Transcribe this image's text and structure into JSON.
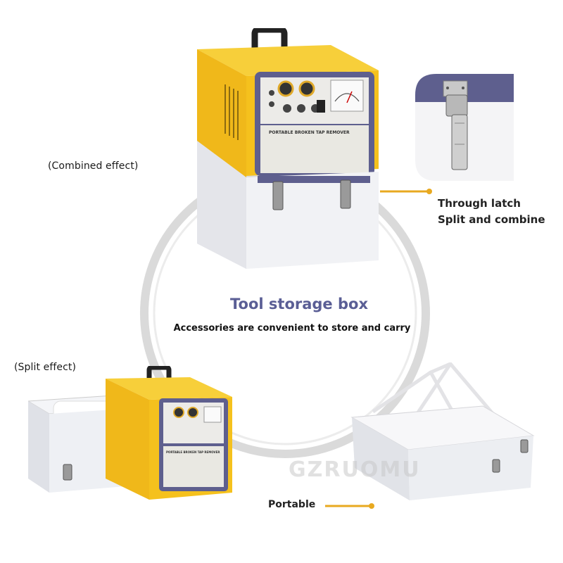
{
  "labels": {
    "combined": "(Combined effect)",
    "split": "(Split effect)",
    "title": "Tool storage box",
    "subtitle": "Accessories are convenient to store and carry",
    "latch_line1": "Through latch",
    "latch_line2": "Split and combine",
    "portable": "Portable",
    "panel_text": "PORTABLE BROKEN TAP REMOVER",
    "panel_text_small": "PORTABLE BROKEN TAP REMOVER"
  },
  "watermark": "GZRUOMU",
  "colors": {
    "machine_yellow": "#f5c11d",
    "accent_line": "#e8a920",
    "title_purple": "#5a5e95",
    "ring": "#d4d4d4",
    "box_white": "#f1f2f5",
    "panel_gray": "#e9e8e2"
  }
}
